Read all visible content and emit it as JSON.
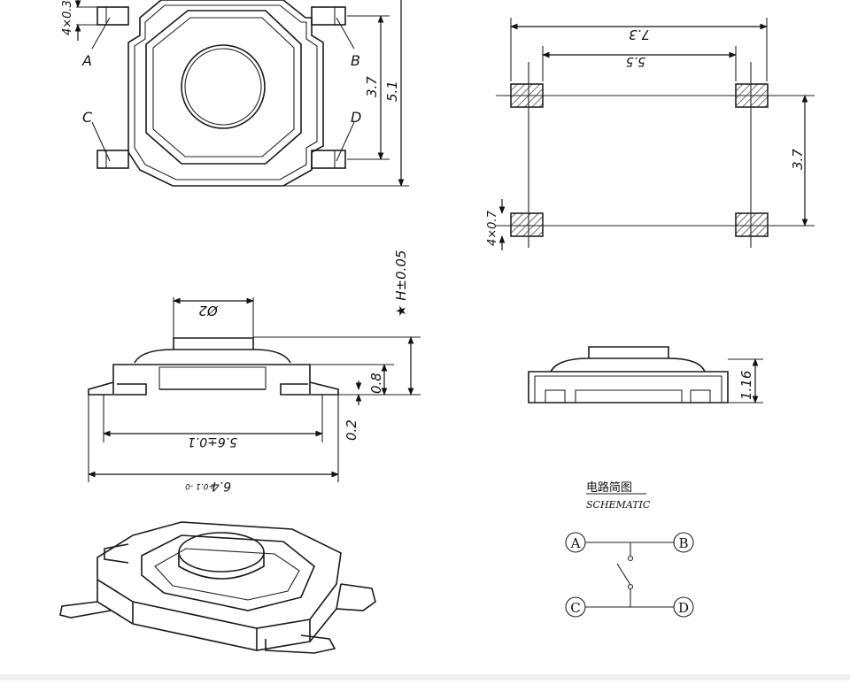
{
  "top_view": {
    "pin_labels": [
      "A",
      "B",
      "C",
      "D"
    ],
    "dim_pin_width": "4×0.3",
    "dim_inner_height": "3.7",
    "dim_total_height": "5.1"
  },
  "pcb_layout": {
    "dim_outer_width": "7.3",
    "dim_inner_width": "5.5",
    "dim_pad_spacing": "3.7",
    "dim_pad_size": "4×0.7"
  },
  "side_view": {
    "dim_actuator_dia": "Ø2",
    "dim_height": "★ H±0.05",
    "dim_body": "0.8",
    "dim_leg": "0.2",
    "dim_body_width": "5.6±0.1",
    "dim_total_width": "6.4",
    "dim_total_width_tol": "+0.1 -0"
  },
  "front_view": {
    "dim_height": "1.16"
  },
  "schematic": {
    "title_cn": "电路简图",
    "title_en": "SCHEMATIC",
    "nodes": [
      "A",
      "B",
      "C",
      "D"
    ]
  }
}
